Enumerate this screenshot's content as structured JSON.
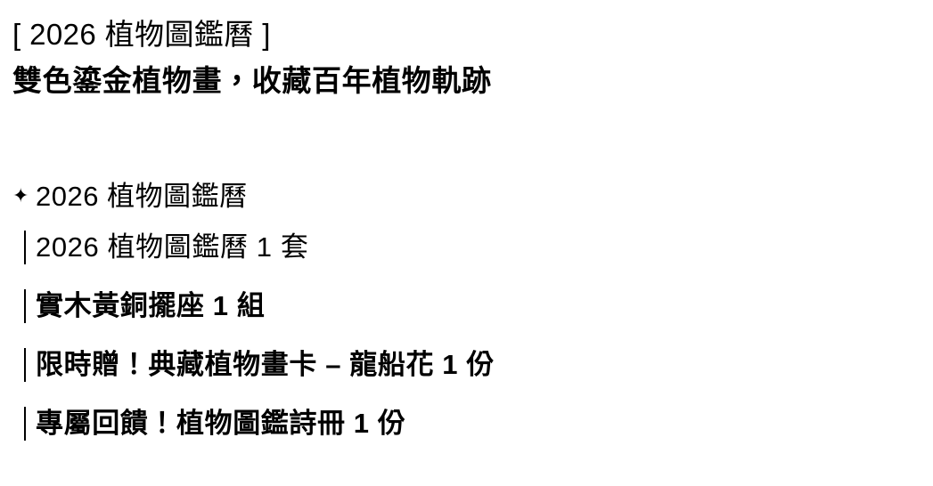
{
  "document": {
    "background_color": "#ffffff",
    "text_color": "#000000"
  },
  "header": {
    "title": "[ 2026 植物圖鑑曆 ]",
    "subtitle": "雙色鎏金植物畫，收藏百年植物軌跡"
  },
  "product_list": {
    "group_icon": "sparkle-icon",
    "group_icon_glyph": "✦",
    "group_title": "2026 植物圖鑑曆",
    "marker_icon": "vertical-bar-icon",
    "items": [
      {
        "label": "2026 植物圖鑑曆 1 套",
        "weight": "regular"
      },
      {
        "label": "實木黃銅擺座 1 組",
        "weight": "bold"
      },
      {
        "label": "限時贈！典藏植物畫卡 – 龍船花 1 份",
        "weight": "bold"
      },
      {
        "label": "專屬回饋！植物圖鑑詩冊 1 份",
        "weight": "bold"
      }
    ]
  }
}
